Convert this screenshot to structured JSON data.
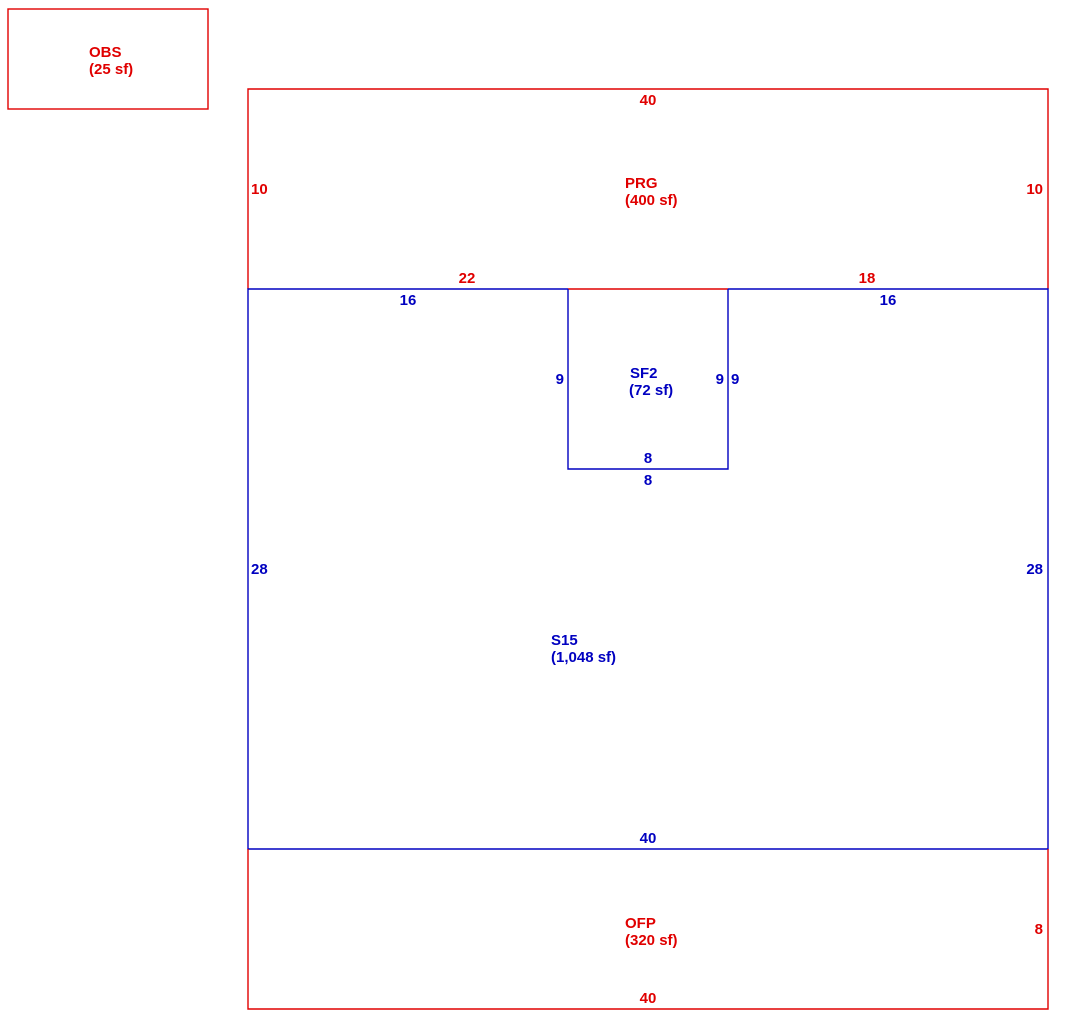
{
  "colors": {
    "red": "#e00000",
    "blue": "#0000c0"
  },
  "areas": {
    "obs": {
      "code": "OBS",
      "area": "(25 sf)"
    },
    "prg": {
      "code": "PRG",
      "area": "(400 sf)",
      "dims": {
        "top": "40",
        "left": "10",
        "right": "10",
        "bottom_left": "22",
        "bottom_right": "18"
      }
    },
    "sf2": {
      "code": "SF2",
      "area": "(72 sf)",
      "dims": {
        "left": "9",
        "right_inner": "9",
        "right_outer": "9",
        "bottom_inner": "8",
        "bottom_outer": "8"
      }
    },
    "s15": {
      "code": "S15",
      "area": "(1,048 sf)",
      "dims": {
        "top_left": "16",
        "top_right": "16",
        "left": "28",
        "right": "28",
        "bottom": "40"
      }
    },
    "ofp": {
      "code": "OFP",
      "area": "(320 sf)",
      "dims": {
        "right": "8",
        "bottom": "40"
      }
    }
  }
}
